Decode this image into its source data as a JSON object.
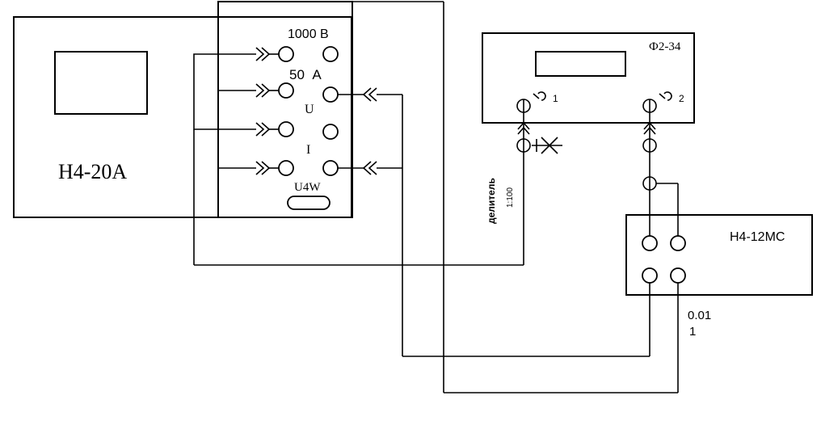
{
  "devices": {
    "calibrator": {
      "name": "Н4-20А"
    },
    "meter": {
      "name": "Ф2-34"
    },
    "shunt": {
      "name": "Н4-12МС"
    }
  },
  "calibrator_panel": {
    "label_voltage": "1000 В",
    "label_current": "50  А",
    "label_u": "U",
    "label_i": "I",
    "label_u4w": "U4W"
  },
  "meter_panel": {
    "channel_1": "1",
    "channel_2": "2"
  },
  "divider": {
    "label": "делитель",
    "ratio": "1:100"
  },
  "shunt_panel": {
    "label_value_1": "0.01",
    "label_value_2": "1"
  }
}
